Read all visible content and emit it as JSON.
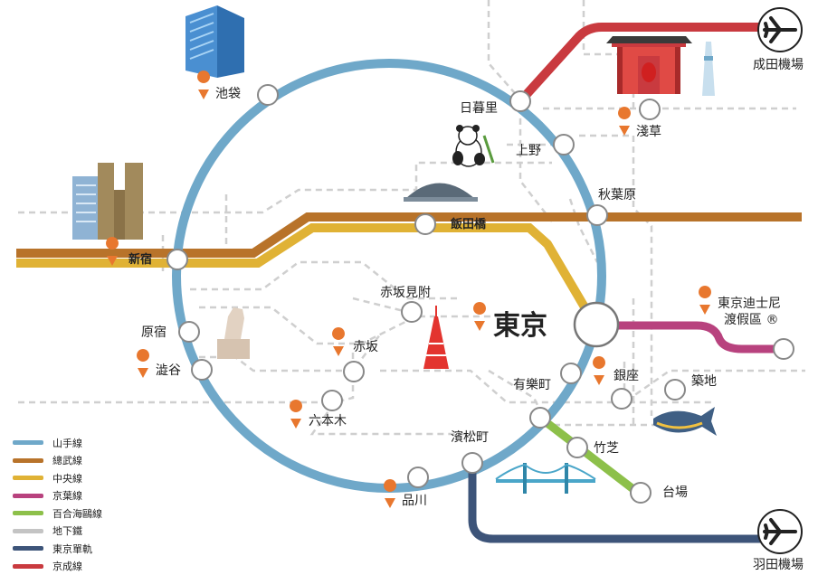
{
  "stations": {
    "ikebukuro": "池袋",
    "nippori": "日暮里",
    "ueno": "上野",
    "akihabara": "秋葉原",
    "iidabashi": "飯田橋",
    "shinjuku": "新宿",
    "akasakamitsuke": "赤坂見附",
    "tokyo": "東京",
    "harajuku": "原宿",
    "akasaka": "赤坂",
    "shibuya": "澁谷",
    "yurakucho": "有樂町",
    "ginza": "銀座",
    "tsukiji": "築地",
    "roppongi": "六本木",
    "hamamatsucho": "濱松町",
    "takeshiba": "竹芝",
    "shinagawa": "品川",
    "daiba": "台場",
    "asakusa": "淺草",
    "disney_line1": "東京迪士尼",
    "disney_line2": "渡假區 ®"
  },
  "airports": {
    "narita": "成田機場",
    "haneda": "羽田機場"
  },
  "legend": [
    {
      "label": "山手線",
      "color": "#6fa8c9"
    },
    {
      "label": "總武線",
      "color": "#b8732a"
    },
    {
      "label": "中央線",
      "color": "#e0b235"
    },
    {
      "label": "京葉線",
      "color": "#b8427e"
    },
    {
      "label": "百合海鷗線",
      "color": "#8dc04a"
    },
    {
      "label": "地下鐵",
      "color": "#c4c4c4"
    },
    {
      "label": "東京單軌",
      "color": "#3d5479"
    },
    {
      "label": "京成線",
      "color": "#c93a3f"
    }
  ],
  "colors": {
    "yamanote": "#6fa8c9",
    "sobu": "#b8732a",
    "chuo": "#e0b235",
    "keiyo": "#b8427e",
    "yurikamome": "#8dc04a",
    "subway": "#c4c4c4",
    "monorail": "#3d5479",
    "keisei": "#c93a3f",
    "pin": "#e8772e"
  },
  "icons": [
    "airplane-icon",
    "location-pin-icon",
    "building-icon",
    "tokyo-tower-icon",
    "panda-icon",
    "shrine-gate-icon",
    "bridge-icon",
    "fish-icon",
    "dog-statue-icon",
    "stadium-icon",
    "government-building-icon",
    "skytree-icon"
  ]
}
